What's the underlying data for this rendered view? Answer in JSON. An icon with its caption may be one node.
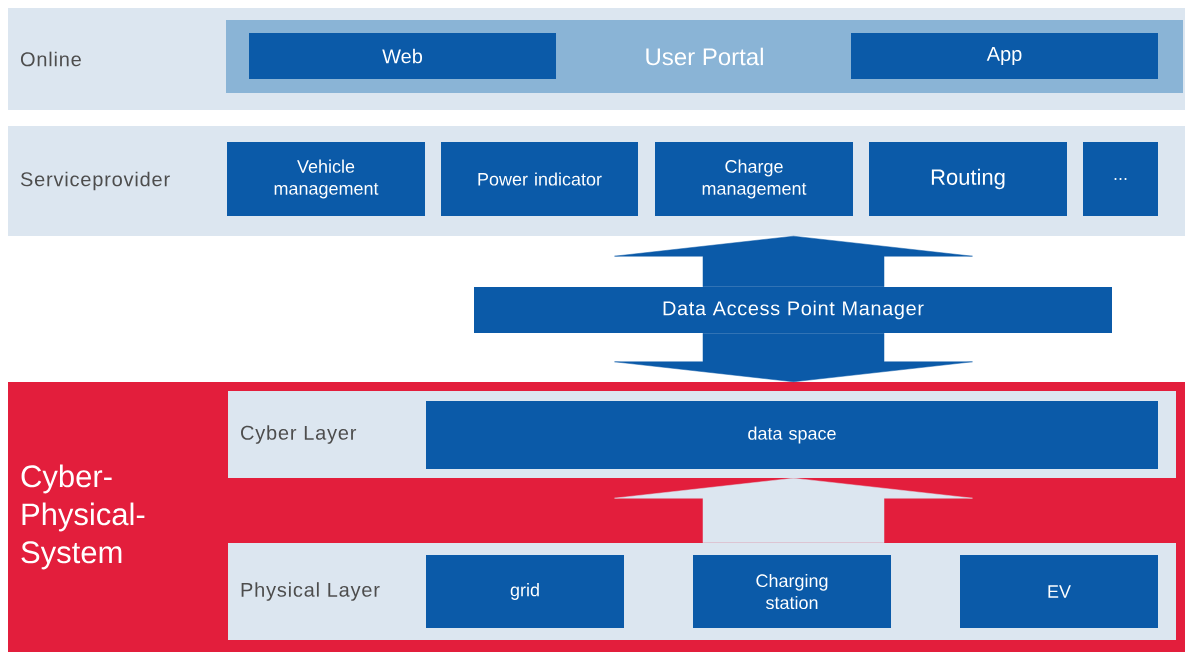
{
  "diagram": {
    "nodes": [
      {
        "text": [
          "Online"
        ]
      },
      {
        "text": [
          "User Portal"
        ],
        "in": 0
      },
      {
        "text": [
          "Web"
        ],
        "in": 1
      },
      {
        "text": [
          "App"
        ],
        "in": 1
      },
      {
        "text": [
          "Serviceprovider"
        ]
      },
      {
        "text": [
          "Vehicle management"
        ],
        "in": 4
      },
      {
        "text": [
          "Power indicator"
        ],
        "in": 4
      },
      {
        "text": [
          "Charge management"
        ],
        "in": 4
      },
      {
        "text": [
          "Routing"
        ],
        "in": 4
      },
      {
        "text": [
          "..."
        ],
        "in": 4
      },
      {
        "text": [
          "Data Access Point Manager"
        ]
      },
      {
        "text": [
          "Cyber- Physical- System"
        ]
      },
      {
        "text": [
          "Cyber Layer"
        ],
        "in": 11
      },
      {
        "text": [
          "data space"
        ],
        "in": 12
      },
      {
        "text": [
          "Physical Layer"
        ],
        "in": 11
      },
      {
        "text": [
          "grid"
        ],
        "in": 14
      },
      {
        "text": [
          "Charging station"
        ],
        "in": 14
      },
      {
        "text": [
          "EV"
        ],
        "in": 14
      }
    ],
    "edges": [
      {
        "from": 10,
        "to": 4,
        "arrow": "to"
      },
      {
        "from": 10,
        "to": 11,
        "arrow": "to"
      },
      {
        "from": 14,
        "to": 12,
        "arrow": "to",
        "color": "#dce6f0"
      }
    ]
  }
}
